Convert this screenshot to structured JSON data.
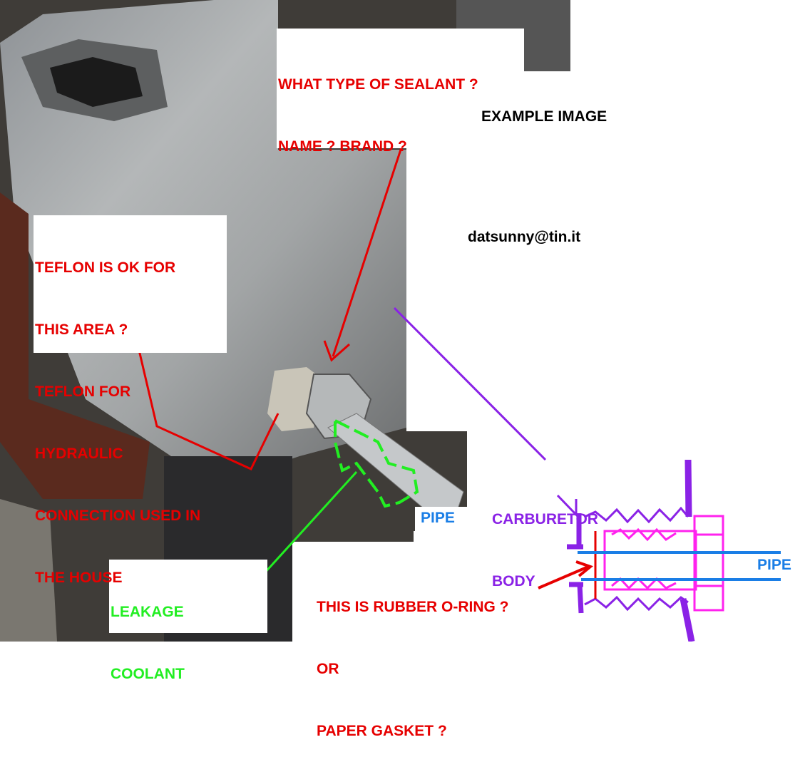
{
  "annotations": {
    "sealant_question": [
      "WHAT TYPE OF SEALANT ?",
      "NAME ? BRAND ?"
    ],
    "example_label": "EXAMPLE IMAGE",
    "email": "datsunny@tin.it",
    "teflon_question": [
      "TEFLON IS OK FOR",
      "THIS AREA ?",
      "TEFLON FOR",
      "HYDRAULIC",
      "CONNECTION USED IN",
      "THE HOUSE"
    ],
    "carburetor_label": [
      "CARBURETOR",
      "BODY"
    ],
    "pipe_label_photo": "PIPE",
    "pipe_label_diagram": "PIPE",
    "leakage_label": [
      "LEAKAGE",
      "COOLANT"
    ],
    "gasket_question": [
      "THIS IS RUBBER O-RING ?",
      "OR",
      "PAPER GASKET ?"
    ]
  },
  "colors": {
    "question": "#e60000",
    "carburetor": "#8a22e6",
    "pipe": "#1a7ee6",
    "fitting": "#ff22ee",
    "leakage": "#22ee22"
  }
}
